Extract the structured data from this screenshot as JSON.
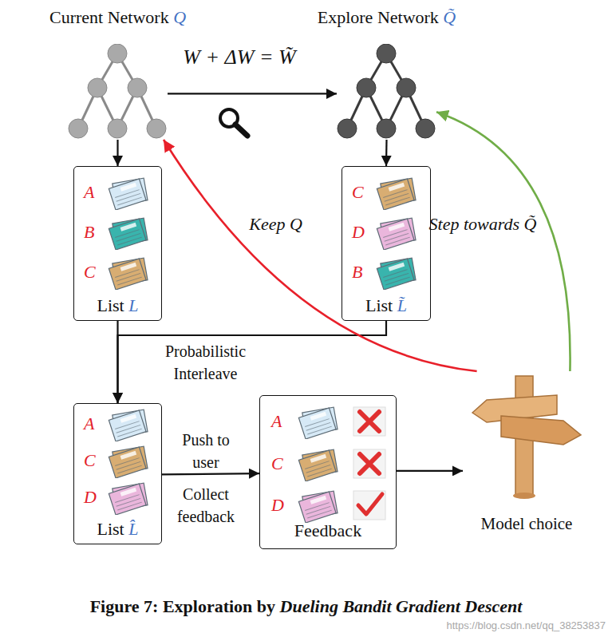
{
  "diagram": {
    "caption": "Figure 7: Exploration by Dueling Bandit Gradient Descent",
    "nodes": [
      {
        "text": [
          "Current Network Q"
        ]
      },
      {
        "text": [
          "Explore Network Q̃"
        ]
      },
      {
        "text": [
          "A",
          "B",
          "C",
          "List L"
        ]
      },
      {
        "text": [
          "C",
          "D",
          "B",
          "List L̃"
        ]
      },
      {
        "text": [
          "A",
          "C",
          "D",
          "List L̂"
        ]
      },
      {
        "text": [
          "A",
          "C",
          "D",
          "Feedback"
        ]
      },
      {
        "text": [
          "Model choice"
        ]
      }
    ],
    "edges": [
      {
        "from": 0,
        "to": 1,
        "arrow": "to",
        "label": "W + ΔW = W̃"
      },
      {
        "from": 0,
        "to": 2,
        "arrow": "to"
      },
      {
        "from": 1,
        "to": 3,
        "arrow": "to"
      },
      {
        "from": 2,
        "to": 4,
        "arrow": "to",
        "label": "Probabilistic Interleave"
      },
      {
        "from": 3,
        "to": 4,
        "arrow": "to"
      },
      {
        "from": 4,
        "to": 5,
        "arrow": "to",
        "label": "Push to user"
      },
      {
        "from": 5,
        "to": 6,
        "arrow": "to"
      },
      {
        "from": 6,
        "to": 0,
        "arrow": "to",
        "label": "Keep Q"
      },
      {
        "from": 6,
        "to": 1,
        "arrow": "to",
        "label": "Step towards Q̃"
      }
    ],
    "labels": [
      "Collect feedback",
      "https://blog.csdn.net/qq_38253837"
    ]
  }
}
